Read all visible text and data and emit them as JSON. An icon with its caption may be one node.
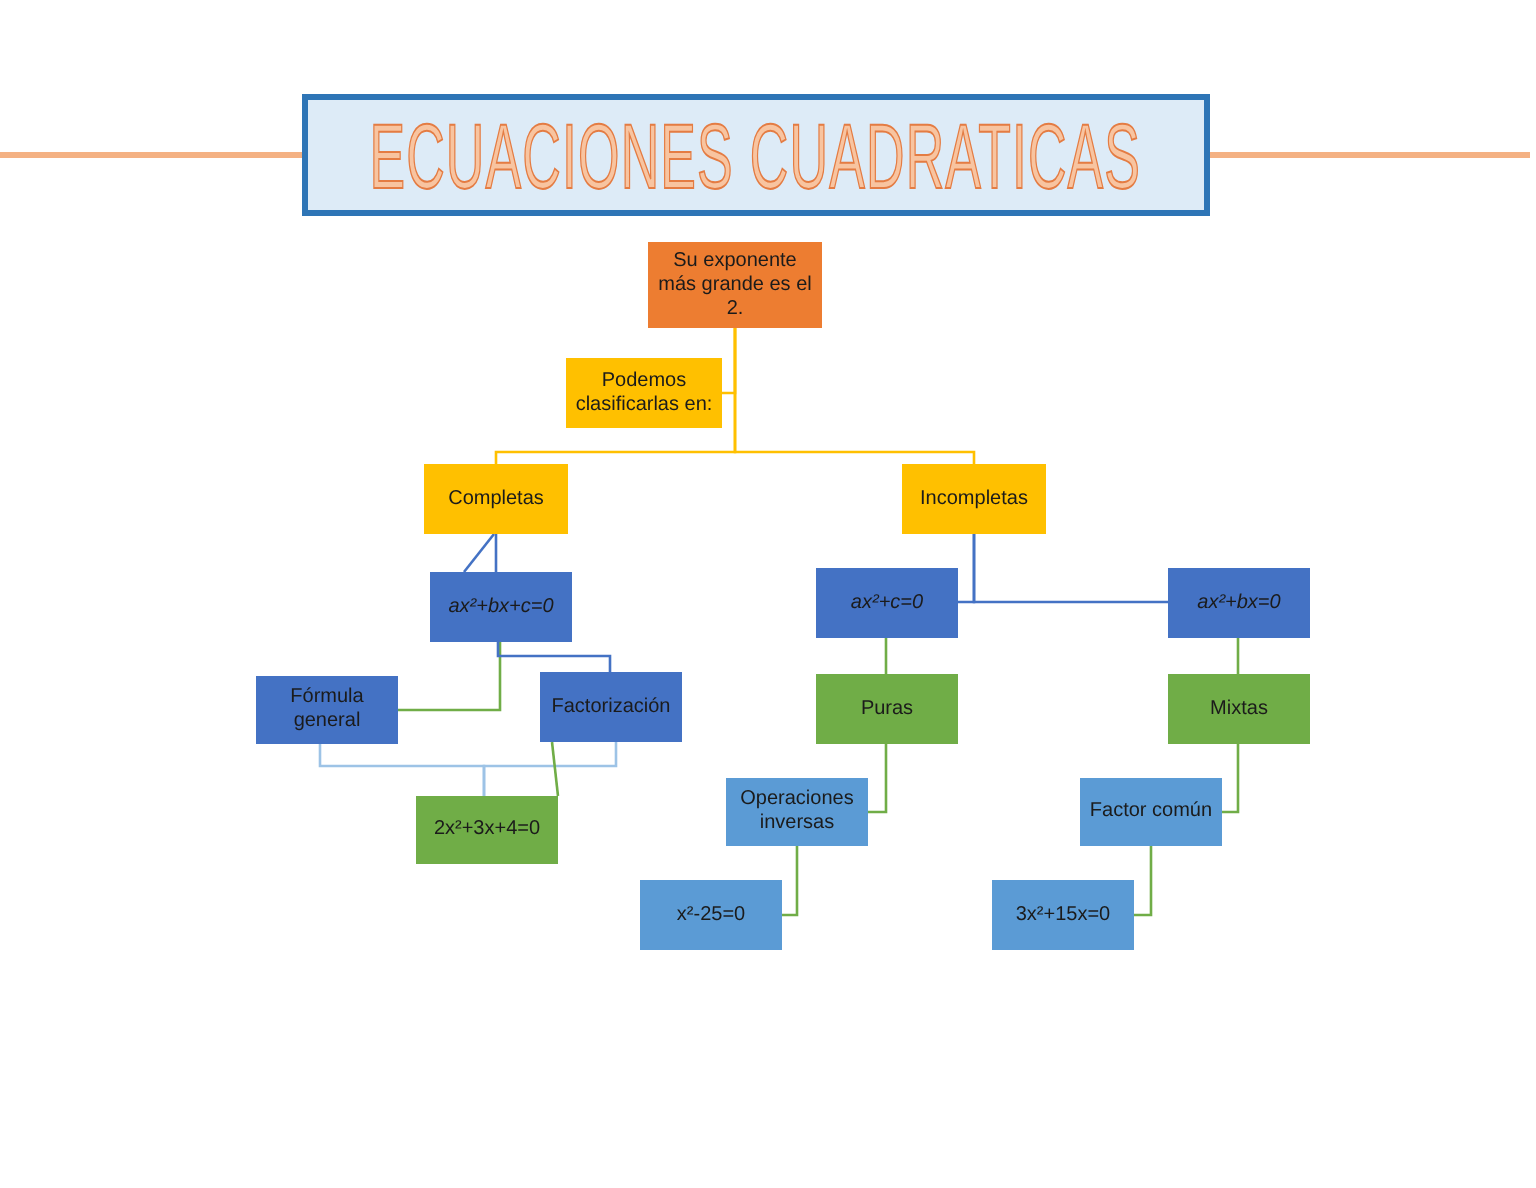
{
  "diagram": {
    "title": "ECUACIONES CUADRATICAS",
    "nodes": [
      {
        "text": [
          "Su exponente más grande es el 2."
        ]
      },
      {
        "text": [
          "Podemos clasificarlas en:"
        ]
      },
      {
        "text": [
          "Completas"
        ]
      },
      {
        "text": [
          "Incompletas"
        ]
      },
      {
        "text": [
          "ax²+bx+c=0"
        ]
      },
      {
        "text": [
          "ax²+c=0"
        ]
      },
      {
        "text": [
          "ax²+bx=0"
        ]
      },
      {
        "text": [
          "Fórmula general"
        ]
      },
      {
        "text": [
          "Factorización"
        ]
      },
      {
        "text": [
          "Puras"
        ]
      },
      {
        "text": [
          "Mixtas"
        ]
      },
      {
        "text": [
          "Operaciones inversas"
        ]
      },
      {
        "text": [
          "Factor común"
        ]
      },
      {
        "text": [
          "2x²+3x+4=0"
        ]
      },
      {
        "text": [
          "x²-25=0"
        ]
      },
      {
        "text": [
          "3x²+15x=0"
        ]
      }
    ],
    "edges": [
      {
        "from": 0,
        "to": 1,
        "arrow": "none",
        "color": "#ffc000"
      },
      {
        "from": 0,
        "to": 2,
        "arrow": "none",
        "color": "#ffc000"
      },
      {
        "from": 0,
        "to": 3,
        "arrow": "none",
        "color": "#ffc000"
      },
      {
        "from": 2,
        "to": 4,
        "arrow": "none",
        "color": "#4472c4"
      },
      {
        "from": 2,
        "to": 4,
        "arrow": "none",
        "color": "#4472c4"
      },
      {
        "from": 4,
        "to": 7,
        "arrow": "none"
      },
      {
        "from": 4,
        "to": 8,
        "arrow": "none",
        "color": "#4472c4"
      },
      {
        "from": 7,
        "to": 13,
        "arrow": "none",
        "color": "#9dc3e6"
      },
      {
        "from": 8,
        "to": 13,
        "arrow": "none",
        "color": "#9dc3e6"
      },
      {
        "from": 8,
        "to": 13,
        "arrow": "none"
      },
      {
        "from": 3,
        "to": 5,
        "arrow": "none",
        "color": "#4472c4"
      },
      {
        "from": 3,
        "to": 6,
        "arrow": "none",
        "color": "#4472c4"
      },
      {
        "from": 5,
        "to": 9,
        "arrow": "none"
      },
      {
        "from": 6,
        "to": 10,
        "arrow": "none"
      },
      {
        "from": 9,
        "to": 11,
        "arrow": "none"
      },
      {
        "from": 10,
        "to": 12,
        "arrow": "none"
      },
      {
        "from": 11,
        "to": 14,
        "arrow": "none"
      },
      {
        "from": 12,
        "to": 15,
        "arrow": "none"
      }
    ]
  }
}
